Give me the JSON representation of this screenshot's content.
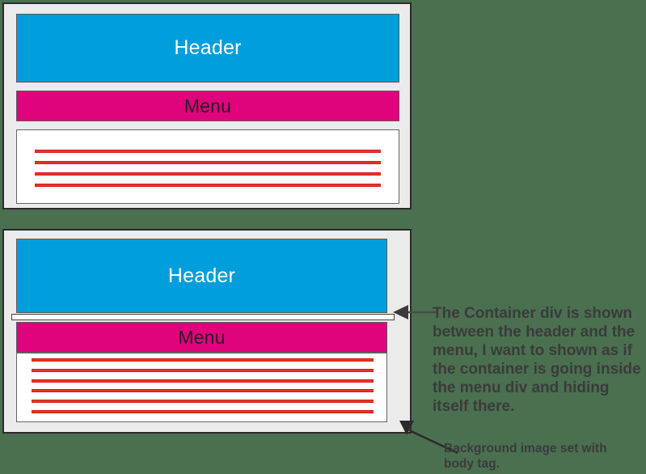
{
  "page": {
    "background_color": "#4a7050",
    "title": "Container div placement diagram"
  },
  "palette": {
    "header_blue": "#009edb",
    "menu_magenta": "#e0047c",
    "text_red": "#ee3124",
    "panel_gray": "#ebebeb",
    "panel_border": "#2b2b2b",
    "annotation_gray": "#3b3b3b",
    "content_white": "#ffffff"
  },
  "diagrams": [
    {
      "id": "panel-one",
      "name": "current-layout",
      "header_label": "Header",
      "menu_label": "Menu",
      "text_line_count": 4,
      "has_container_strip": false
    },
    {
      "id": "panel-two",
      "name": "desired-layout",
      "header_label": "Header",
      "menu_label": "Menu",
      "text_line_count": 6,
      "has_container_strip": true
    }
  ],
  "annotations": [
    {
      "id": "container-note",
      "text": "The Container div is shown between the header and the menu, I want to shown as if the container is going inside the menu div and hiding itself there.",
      "points_to": "container-strip"
    },
    {
      "id": "background-note",
      "text": "Background image set with body tag.",
      "points_to": "panel-outer-edge"
    }
  ]
}
